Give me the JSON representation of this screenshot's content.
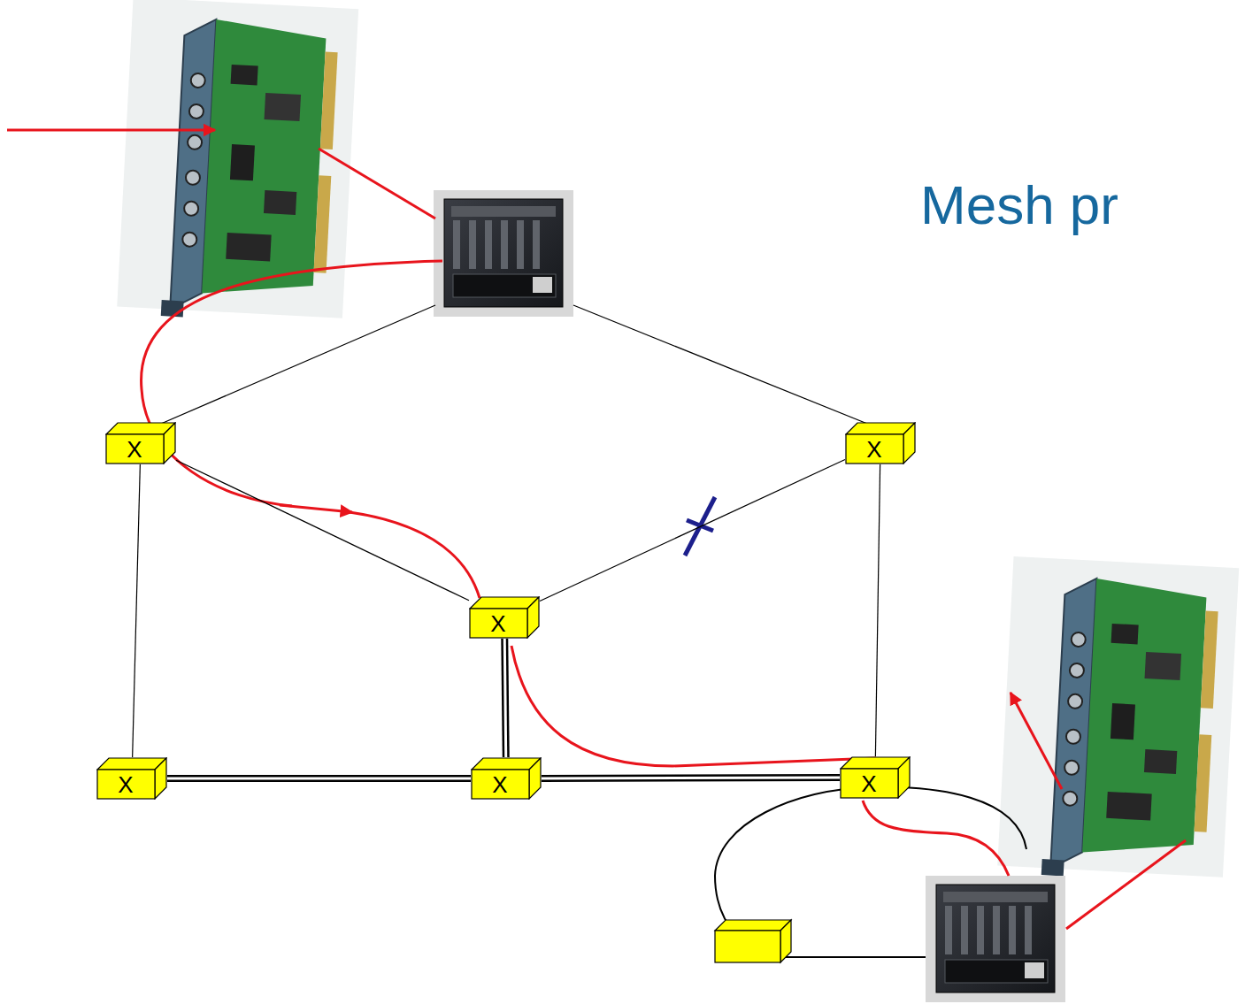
{
  "diagram": {
    "title": "Mesh pr",
    "nodes": [
      {
        "text": [
          "X"
        ]
      },
      {
        "text": [
          "X"
        ]
      },
      {
        "text": [
          "X"
        ]
      },
      {
        "text": [
          "X"
        ]
      },
      {
        "text": [
          "X"
        ]
      },
      {
        "text": [
          "X"
        ]
      }
    ],
    "edges": [
      {
        "from": 0,
        "to": 2,
        "arrow": "none"
      },
      {
        "from": 2,
        "to": 1,
        "arrow": "none"
      },
      {
        "from": 0,
        "to": 3,
        "arrow": "none"
      },
      {
        "from": 1,
        "to": 5,
        "arrow": "none"
      },
      {
        "from": 2,
        "to": 4,
        "arrow": "none"
      },
      {
        "from": 3,
        "to": 4,
        "arrow": "none"
      },
      {
        "from": 4,
        "to": 5,
        "arrow": "none"
      }
    ]
  }
}
